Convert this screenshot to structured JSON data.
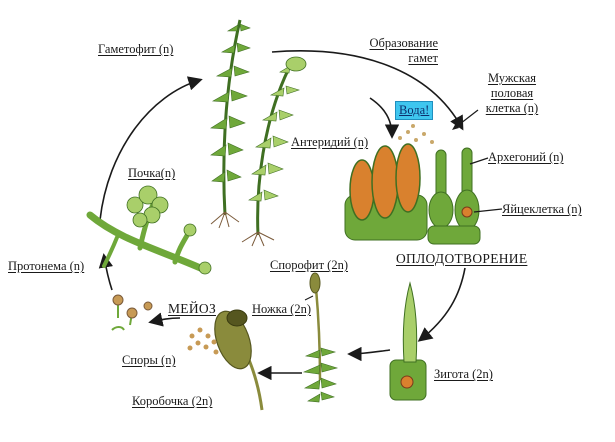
{
  "labels": {
    "gametophyte": "Гаметофит (n)",
    "gamete_formation_line1": "Образование",
    "gamete_formation_line2": "гамет",
    "male_cell_line1": "Мужская",
    "male_cell_line2": "половая",
    "male_cell_line3": "клетка (n)",
    "water": "Вода!",
    "antheridium": "Антеридий (n)",
    "archegonium": "Архегоний (n)",
    "egg_cell": "Яйцеклетка (n)",
    "bud": "Почка(n)",
    "protonema": "Протонема (n)",
    "fertilization": "ОПЛОДОТВОРЕНИЕ",
    "sporophyte": "Спорофит (2n)",
    "meiosis": "МЕЙОЗ",
    "stalk": "Ножка (2n)",
    "spores": "Споры (n)",
    "zygote": "Зигота (2n)",
    "capsule": "Коробочка (2n)"
  },
  "colors": {
    "plant_green": "#6fa83a",
    "plant_dark": "#3f6f22",
    "plant_light": "#a9cf6a",
    "organ_orange": "#d9812e",
    "rhizoid_brown": "#7a5a3a",
    "capsule_olive": "#8a8b3c",
    "spore_tan": "#c79a55",
    "water_blue": "#3fc6ef",
    "arrow": "#1a1a1a"
  }
}
